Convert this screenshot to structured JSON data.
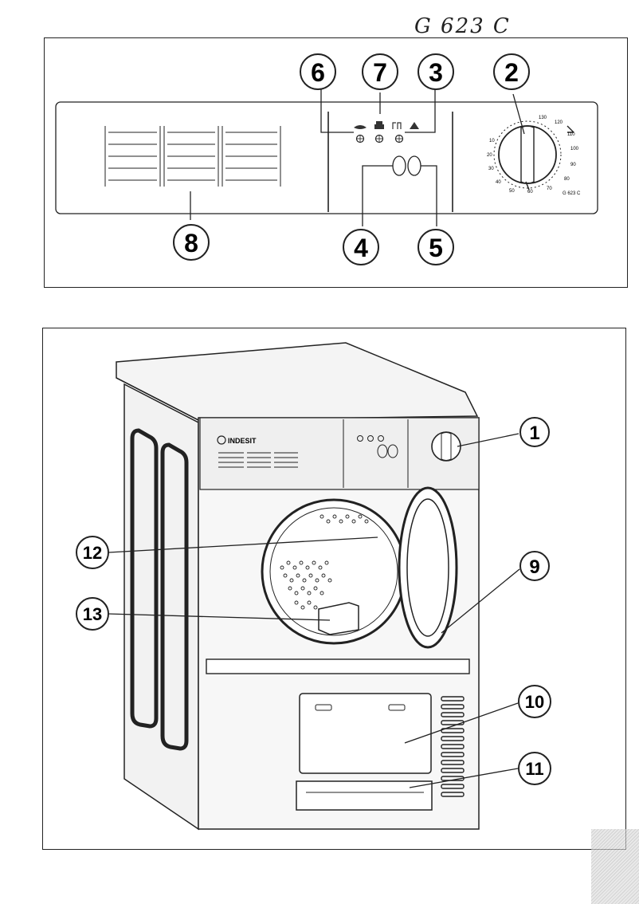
{
  "handwritten_model": "G 623 C",
  "control_panel": {
    "callouts": [
      {
        "id": "6",
        "label": "6"
      },
      {
        "id": "7",
        "label": "7"
      },
      {
        "id": "3",
        "label": "3"
      },
      {
        "id": "2",
        "label": "2"
      },
      {
        "id": "4",
        "label": "4"
      },
      {
        "id": "5",
        "label": "5"
      },
      {
        "id": "8",
        "label": "8"
      }
    ],
    "dial_numbers": [
      "130",
      "120",
      "110",
      "100",
      "90",
      "80",
      "70",
      "60",
      "50",
      "40",
      "30",
      "20",
      "10"
    ],
    "dial_model": "G 623 C"
  },
  "dryer": {
    "brand": "INDESIT",
    "callouts": [
      {
        "id": "1",
        "label": "1"
      },
      {
        "id": "12",
        "label": "12"
      },
      {
        "id": "9",
        "label": "9"
      },
      {
        "id": "13",
        "label": "13"
      },
      {
        "id": "10",
        "label": "10"
      },
      {
        "id": "11",
        "label": "11"
      }
    ]
  }
}
